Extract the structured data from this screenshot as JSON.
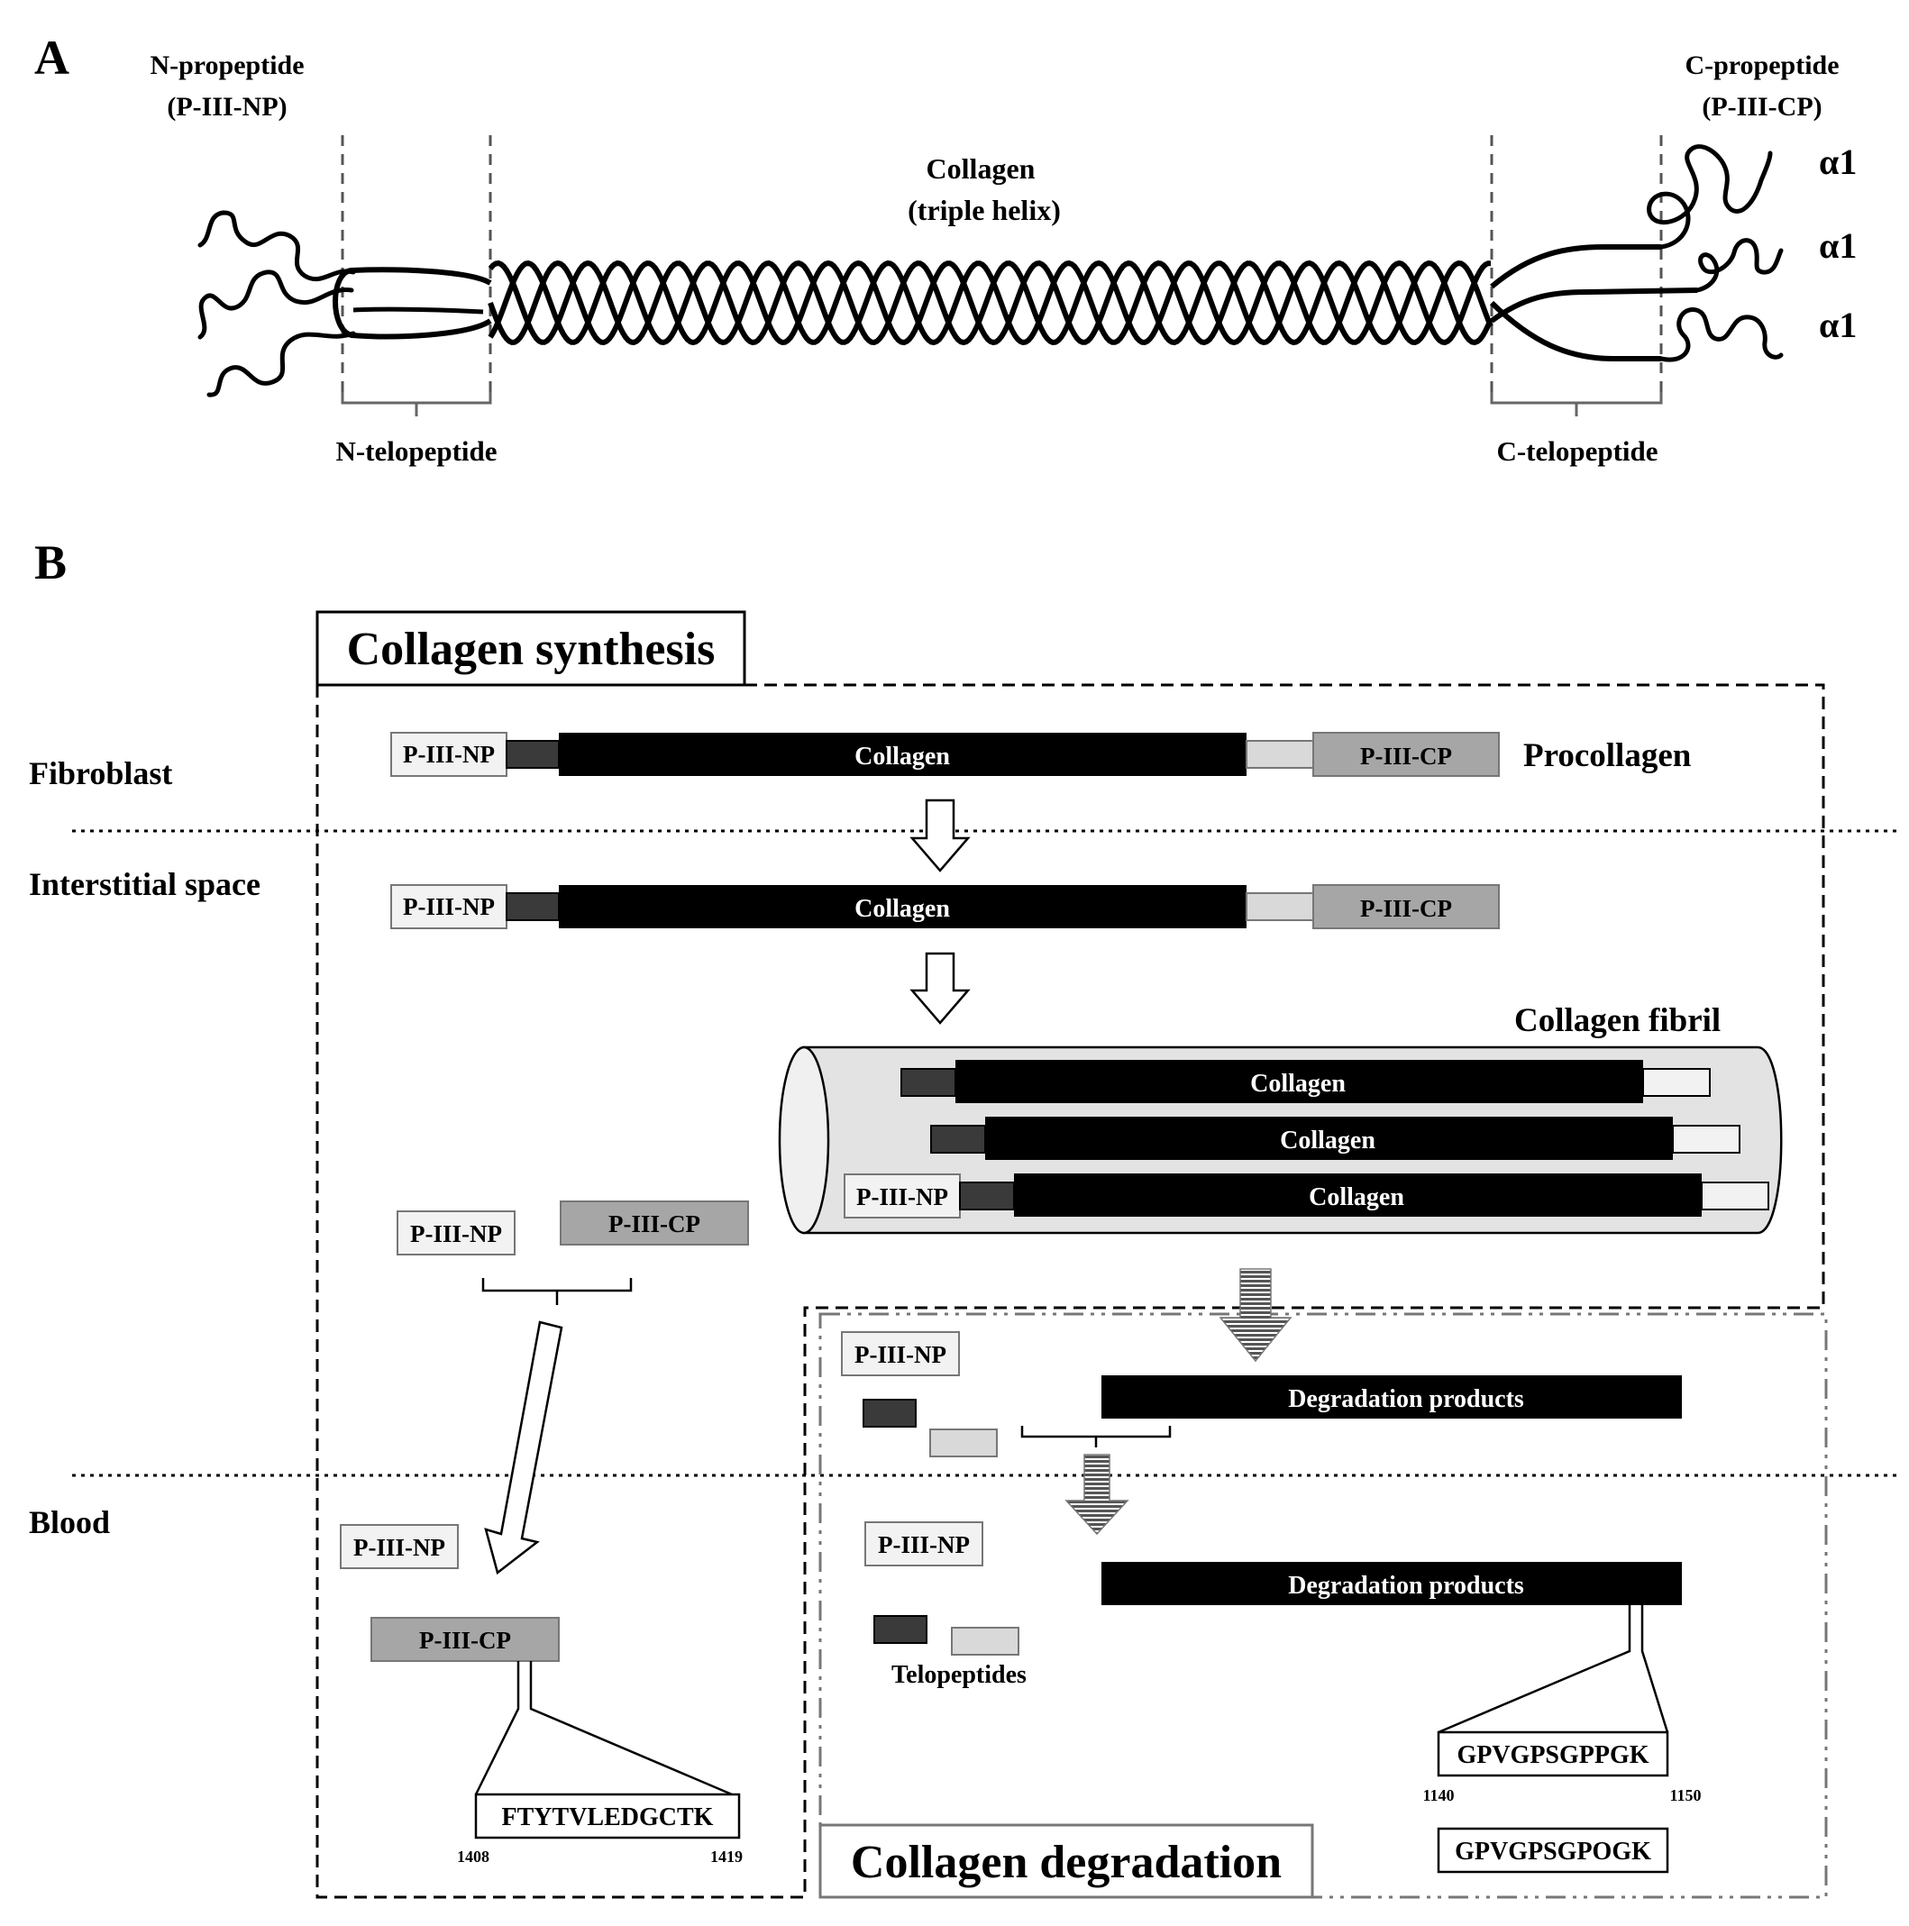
{
  "panel_a": {
    "letter": "A",
    "n_propeptide": "N-propeptide",
    "n_propeptide_abbr": "(P-III-NP)",
    "c_propeptide": "C-propeptide",
    "c_propeptide_abbr": "(P-III-CP)",
    "collagen": "Collagen",
    "triple_helix": "(triple helix)",
    "n_telopeptide": "N-telopeptide",
    "c_telopeptide": "C-telopeptide",
    "chains": [
      "α1",
      "α1",
      "α1"
    ]
  },
  "panel_b": {
    "letter": "B",
    "synthesis_title": "Collagen synthesis",
    "degradation_title": "Collagen degradation",
    "compartments": {
      "fibroblast": "Fibroblast",
      "interstitial": "Interstitial space",
      "blood": "Blood"
    },
    "p3np": "P-III-NP",
    "p3cp": "P-III-CP",
    "collagen": "Collagen",
    "procollagen": "Procollagen",
    "collagen_fibril": "Collagen fibril",
    "degradation_products": "Degradation products",
    "telopeptides": "Telopeptides",
    "seq_p3cp": {
      "sequence": "FTYTVLEDGCTK",
      "start": "1408",
      "end": "1419"
    },
    "seq_deg": {
      "sequence": "GPVGPSGPPGK",
      "start": "1140",
      "end": "1150"
    },
    "seq_deg2": "GPVGPSGPOGK"
  },
  "colors": {
    "dark": "#3a3a3a",
    "light_grey": "#d9d9d9",
    "mid_grey": "#a6a6a6",
    "box_fill": "#f2f2f2"
  }
}
